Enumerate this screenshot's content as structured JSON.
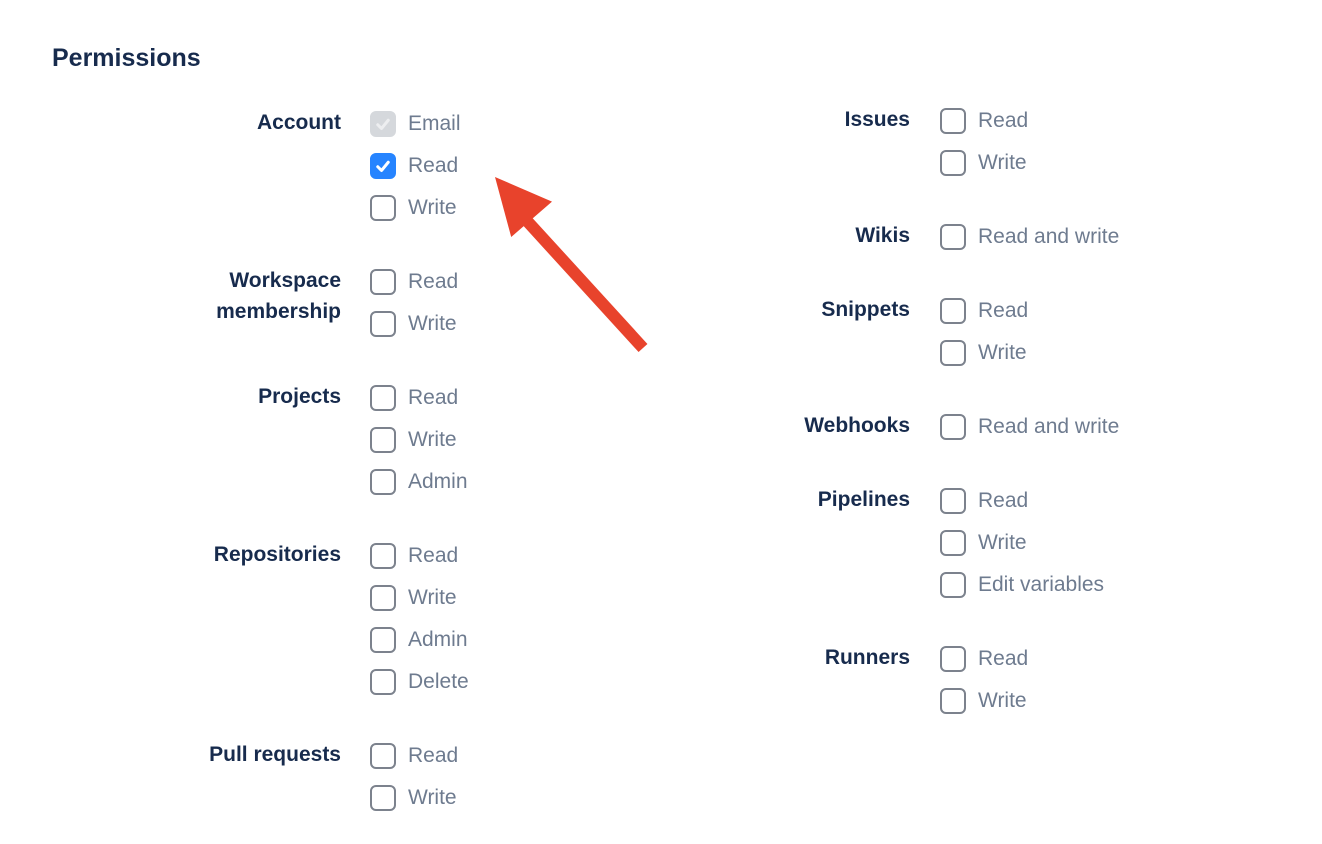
{
  "heading": "Permissions",
  "colors": {
    "heading_text": "#172B4D",
    "group_label_text": "#172B4D",
    "option_text": "#6E7B8F",
    "checkbox_border": "#7C828D",
    "checkbox_checked_bg": "#2684FF",
    "checkbox_checked_disabled_bg": "#D5D8DC",
    "arrow": "#E8432C"
  },
  "columns": [
    {
      "groups": [
        {
          "label": "Account",
          "options": [
            {
              "label": "Email",
              "state": "checked-disabled"
            },
            {
              "label": "Read",
              "state": "checked"
            },
            {
              "label": "Write",
              "state": "unchecked"
            }
          ]
        },
        {
          "label": "Workspace membership",
          "options": [
            {
              "label": "Read",
              "state": "unchecked"
            },
            {
              "label": "Write",
              "state": "unchecked"
            }
          ]
        },
        {
          "label": "Projects",
          "options": [
            {
              "label": "Read",
              "state": "unchecked"
            },
            {
              "label": "Write",
              "state": "unchecked"
            },
            {
              "label": "Admin",
              "state": "unchecked"
            }
          ]
        },
        {
          "label": "Repositories",
          "options": [
            {
              "label": "Read",
              "state": "unchecked"
            },
            {
              "label": "Write",
              "state": "unchecked"
            },
            {
              "label": "Admin",
              "state": "unchecked"
            },
            {
              "label": "Delete",
              "state": "unchecked"
            }
          ]
        },
        {
          "label": "Pull requests",
          "options": [
            {
              "label": "Read",
              "state": "unchecked"
            },
            {
              "label": "Write",
              "state": "unchecked"
            }
          ]
        }
      ]
    },
    {
      "groups": [
        {
          "label": "Issues",
          "options": [
            {
              "label": "Read",
              "state": "unchecked"
            },
            {
              "label": "Write",
              "state": "unchecked"
            }
          ]
        },
        {
          "label": "Wikis",
          "options": [
            {
              "label": "Read and write",
              "state": "unchecked"
            }
          ]
        },
        {
          "label": "Snippets",
          "options": [
            {
              "label": "Read",
              "state": "unchecked"
            },
            {
              "label": "Write",
              "state": "unchecked"
            }
          ]
        },
        {
          "label": "Webhooks",
          "options": [
            {
              "label": "Read and write",
              "state": "unchecked"
            }
          ]
        },
        {
          "label": "Pipelines",
          "options": [
            {
              "label": "Read",
              "state": "unchecked"
            },
            {
              "label": "Write",
              "state": "unchecked"
            },
            {
              "label": "Edit variables",
              "state": "unchecked"
            }
          ]
        },
        {
          "label": "Runners",
          "options": [
            {
              "label": "Read",
              "state": "unchecked"
            },
            {
              "label": "Write",
              "state": "unchecked"
            }
          ]
        }
      ]
    }
  ],
  "annotation": {
    "type": "arrow",
    "color": "#E8432C",
    "points_to": "account-read-checkbox"
  }
}
